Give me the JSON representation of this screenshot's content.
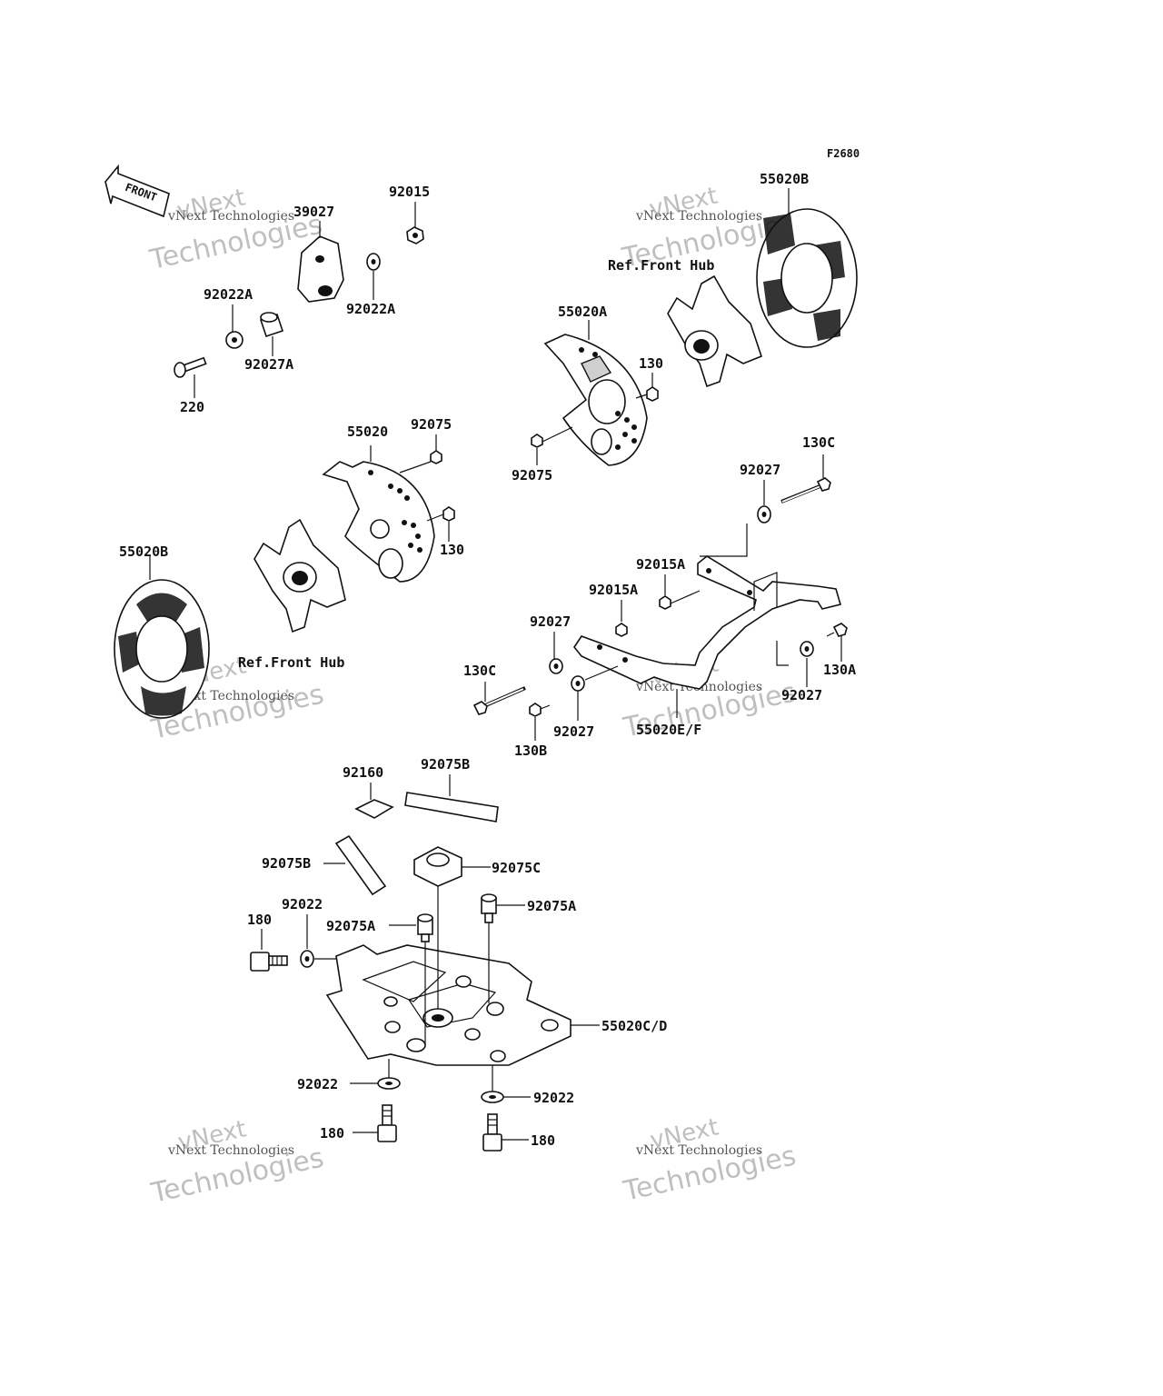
{
  "figure_code": "F2680",
  "front_arrow": "FRONT",
  "watermark": {
    "line1": "vNext",
    "line2": "Technologies",
    "caption": "vNext Technologies"
  },
  "labels": {
    "l_39027": "39027",
    "l_92015": "92015",
    "l_92022A_left": "92022A",
    "l_92022A_right": "92022A",
    "l_92027A": "92027A",
    "l_220": "220",
    "l_55020": "55020",
    "l_92075_mid": "92075",
    "l_130_mid": "130",
    "l_55020B_left": "55020B",
    "l_ref_hub_left": "Ref.Front Hub",
    "l_55020B_right": "55020B",
    "l_ref_hub_right": "Ref.Front Hub",
    "l_55020A": "55020A",
    "l_130_right": "130",
    "l_92075_right": "92075",
    "l_130C_top": "130C",
    "l_92027_top": "92027",
    "l_92015A_1": "92015A",
    "l_92015A_2": "92015A",
    "l_92027_left": "92027",
    "l_130C_left": "130C",
    "l_130B": "130B",
    "l_92027_bottom": "92027",
    "l_55020EF": "55020E/F",
    "l_130A": "130A",
    "l_92027_right": "92027",
    "l_92160": "92160",
    "l_92075B_top": "92075B",
    "l_92075B_left": "92075B",
    "l_92075C": "92075C",
    "l_92075A_right": "92075A",
    "l_92075A_left": "92075A",
    "l_180_top": "180",
    "l_92022_top": "92022",
    "l_55020CD": "55020C/D",
    "l_92022_bl": "92022",
    "l_92022_br": "92022",
    "l_180_bl": "180",
    "l_180_br": "180"
  }
}
